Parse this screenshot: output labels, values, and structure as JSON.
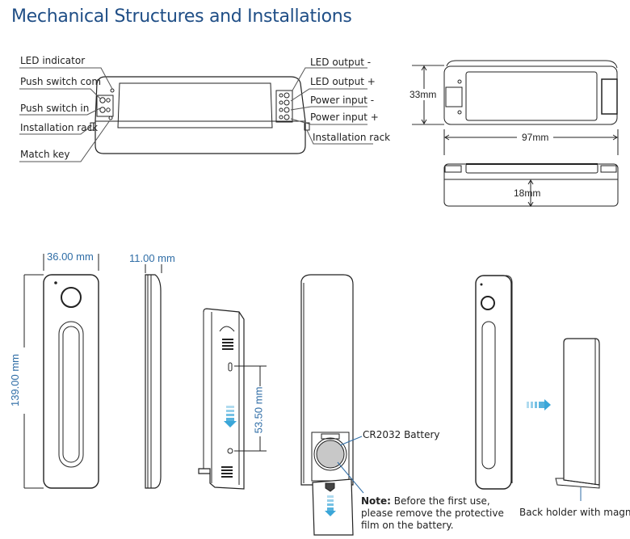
{
  "title": "Mechanical Structures and Installations",
  "controller": {
    "left_labels": [
      "LED indicator",
      "Push switch com",
      "Push switch in",
      "Installation rack",
      "Match key"
    ],
    "right_labels": [
      "LED output -",
      "LED output +",
      "Power input -",
      "Power input +",
      "Installation rack"
    ],
    "dimensions": {
      "height": "33mm",
      "length": "97mm",
      "depth": "18mm"
    }
  },
  "remote": {
    "dimensions": {
      "width": "36.00 mm",
      "thickness": "11.00 mm",
      "height": "139.00 mm",
      "hole_spacing": "53.50 mm"
    },
    "battery_label": "CR2032 Battery",
    "note": {
      "prefix": "Note:",
      "line1": " Before the first use,",
      "line2": "please remove the protective",
      "line3": "film on the battery."
    },
    "holder_label": "Back holder with magnet"
  },
  "colors": {
    "title": "#1f4e86",
    "dimension_blue": "#2f6da6",
    "arrow_blue": "#3aa6d8",
    "battery_gray": "#c8c8c8"
  }
}
